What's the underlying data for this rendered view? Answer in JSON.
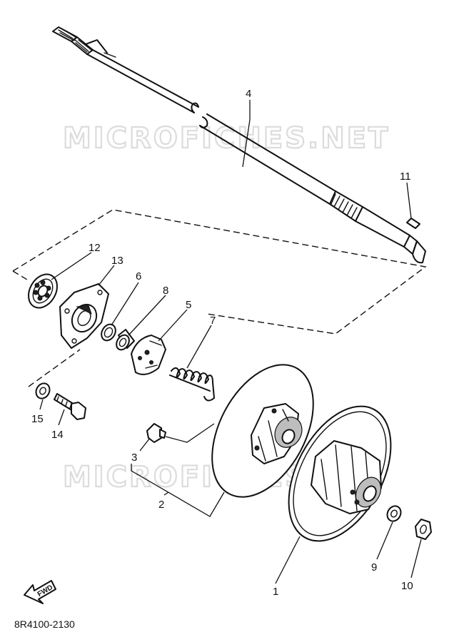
{
  "watermark": "MICROFICHES.NET",
  "diagram_ref": "8R4100-2130",
  "fwd_label": "FWD",
  "callouts": {
    "c1": "1",
    "c2": "2",
    "c3": "3",
    "c4": "4",
    "c5": "5",
    "c6": "6",
    "c7": "7",
    "c8": "8",
    "c9": "9",
    "c10": "10",
    "c11": "11",
    "c12": "12",
    "c13": "13",
    "c14": "14",
    "c15": "15"
  }
}
